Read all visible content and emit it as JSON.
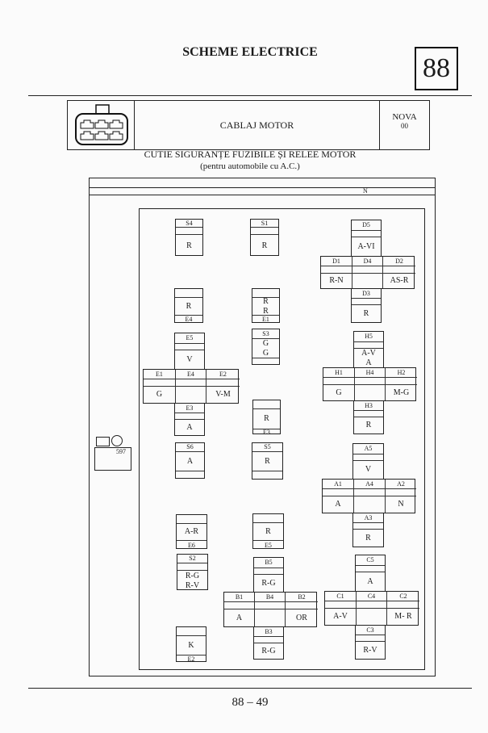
{
  "header": {
    "title": "SCHEME ELECTRICE",
    "page_badge": "88",
    "section": "CABLAJ MOTOR",
    "version_line1": "NOVA",
    "version_line2": "00"
  },
  "diagram": {
    "title": "CUTIE SIGURANȚE FUZIBILE ȘI RELEE MOTOR",
    "subtitle": "(pentru automobile cu A.C.)",
    "top_strip_label": "N",
    "relay_597": "597",
    "boxes": {
      "s4": [
        "S4",
        "",
        "R"
      ],
      "s1": [
        "S1",
        "",
        "R"
      ],
      "r_e4": [
        "",
        "R",
        "E4"
      ],
      "rr_e1": [
        "",
        "R\nR",
        "E1"
      ],
      "s3": [
        "S3",
        "G\nG",
        ""
      ],
      "r_e3": [
        "",
        "R",
        "E3"
      ],
      "s6": [
        "S6",
        "A",
        ""
      ],
      "s5": [
        "S5",
        "R",
        ""
      ],
      "ar_e6": [
        "",
        "A-R",
        "E6"
      ],
      "r_e5": [
        "",
        "R",
        "E5"
      ],
      "s2": [
        "S2",
        "",
        "R-G\nR-V"
      ],
      "k_e2": [
        "",
        "K",
        "E2"
      ]
    },
    "crosses": {
      "d": {
        "top_label": "D5",
        "top_text": "A-VI",
        "left_label": "D1",
        "center_label": "D4",
        "right_label": "D2",
        "left_text": "R-N",
        "center_text": "",
        "right_text": "AS-R",
        "bottom_label": "D3",
        "bottom_text": "R"
      },
      "e": {
        "top_label": "E5",
        "top_text": "V",
        "left_label": "E1",
        "center_label": "E4",
        "right_label": "E2",
        "left_text": "G",
        "center_text": "",
        "right_text": "V-M",
        "bottom_label": "E3",
        "bottom_text": "A"
      },
      "h": {
        "top_label": "H5",
        "top_text": "A-V\nA",
        "left_label": "H1",
        "center_label": "H4",
        "right_label": "H2",
        "left_text": "G",
        "center_text": "",
        "right_text": "M-G",
        "bottom_label": "H3",
        "bottom_text": "R"
      },
      "a": {
        "top_label": "A5",
        "top_text": "V",
        "left_label": "A1",
        "center_label": "A4",
        "right_label": "A2",
        "left_text": "A",
        "center_text": "",
        "right_text": "N",
        "bottom_label": "A3",
        "bottom_text": "R"
      },
      "b": {
        "top_label": "B5",
        "top_text": "R-G",
        "left_label": "B1",
        "center_label": "B4",
        "right_label": "B2",
        "left_text": "A",
        "center_text": "",
        "right_text": "OR",
        "bottom_label": "B3",
        "bottom_text": "R-G"
      },
      "c": {
        "top_label": "C5",
        "top_text": "A",
        "left_label": "C1",
        "center_label": "C4",
        "right_label": "C2",
        "left_text": "A-V",
        "center_text": "",
        "right_text": "M- R",
        "bottom_label": "C3",
        "bottom_text": "R-V"
      }
    }
  },
  "footer": {
    "page_number": "88 – 49"
  }
}
